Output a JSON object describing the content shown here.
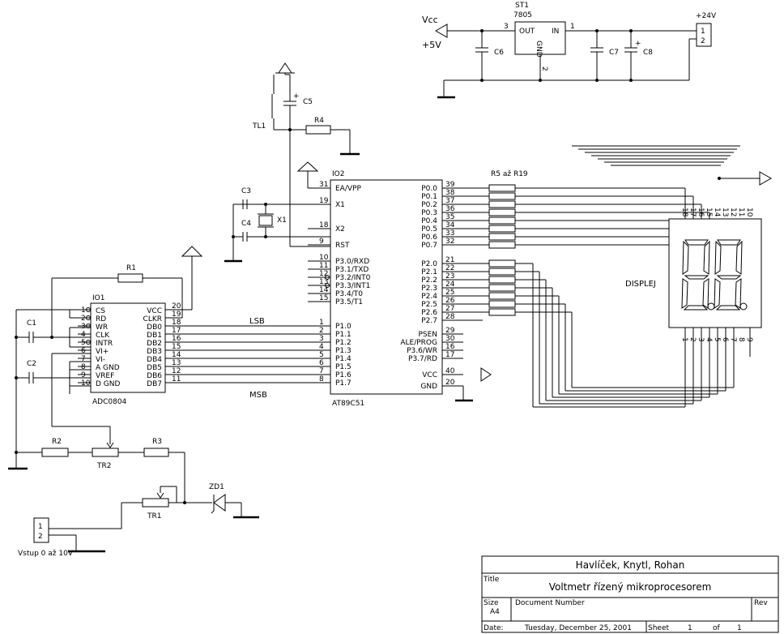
{
  "ic2": {
    "ref": "IO2",
    "name": "AT89C51",
    "left_pins": [
      {
        "num": "31",
        "name": "EA/VPP"
      },
      {
        "num": "19",
        "name": "X1"
      },
      {
        "num": "18",
        "name": "X2"
      },
      {
        "num": "9",
        "name": "RST"
      },
      {
        "num": "10",
        "name": "P3.0/RXD"
      },
      {
        "num": "11",
        "name": "P3.1/TXD"
      },
      {
        "num": "12",
        "name": "P3.2/INT0"
      },
      {
        "num": "13",
        "name": "P3.3/INT1"
      },
      {
        "num": "14",
        "name": "P3.4/T0"
      },
      {
        "num": "15",
        "name": "P3.5/T1"
      },
      {
        "num": "1",
        "name": "P1.0"
      },
      {
        "num": "2",
        "name": "P1.1"
      },
      {
        "num": "3",
        "name": "P1.2"
      },
      {
        "num": "4",
        "name": "P1.3"
      },
      {
        "num": "5",
        "name": "P1.4"
      },
      {
        "num": "6",
        "name": "P1.5"
      },
      {
        "num": "7",
        "name": "P1.6"
      },
      {
        "num": "8",
        "name": "P1.7"
      }
    ],
    "right_pins": [
      {
        "num": "39",
        "name": "P0.0"
      },
      {
        "num": "38",
        "name": "P0.1"
      },
      {
        "num": "37",
        "name": "P0.2"
      },
      {
        "num": "36",
        "name": "P0.3"
      },
      {
        "num": "35",
        "name": "P0.4"
      },
      {
        "num": "34",
        "name": "P0.5"
      },
      {
        "num": "33",
        "name": "P0.6"
      },
      {
        "num": "32",
        "name": "P0.7"
      },
      {
        "num": "21",
        "name": "P2.0"
      },
      {
        "num": "22",
        "name": "P2.1"
      },
      {
        "num": "23",
        "name": "P2.2"
      },
      {
        "num": "24",
        "name": "P2.3"
      },
      {
        "num": "25",
        "name": "P2.4"
      },
      {
        "num": "26",
        "name": "P2.5"
      },
      {
        "num": "27",
        "name": "P2.6"
      },
      {
        "num": "28",
        "name": "P2.7"
      },
      {
        "num": "29",
        "name": "PSEN"
      },
      {
        "num": "30",
        "name": "ALE/PROG"
      },
      {
        "num": "16",
        "name": "P3.6/WR"
      },
      {
        "num": "17",
        "name": "P3.7/RD"
      },
      {
        "num": "40",
        "name": "VCC"
      },
      {
        "num": "20",
        "name": "GND"
      }
    ]
  },
  "ic1": {
    "ref": "IO1",
    "name": "ADC0804",
    "left_pins": [
      {
        "num": "1",
        "name": "CS"
      },
      {
        "num": "2",
        "name": "RD"
      },
      {
        "num": "3",
        "name": "WR"
      },
      {
        "num": "4",
        "name": "CLK"
      },
      {
        "num": "5",
        "name": "INTR"
      },
      {
        "num": "6",
        "name": "VI+"
      },
      {
        "num": "7",
        "name": "VI-"
      },
      {
        "num": "8",
        "name": "A GND"
      },
      {
        "num": "9",
        "name": "VREF"
      },
      {
        "num": "10",
        "name": "D GND"
      }
    ],
    "right_pins": [
      {
        "num": "20",
        "name": "VCC"
      },
      {
        "num": "19",
        "name": "CLKR"
      },
      {
        "num": "18",
        "name": "DB0"
      },
      {
        "num": "17",
        "name": "DB1"
      },
      {
        "num": "16",
        "name": "DB2"
      },
      {
        "num": "15",
        "name": "DB3"
      },
      {
        "num": "14",
        "name": "DB4"
      },
      {
        "num": "13",
        "name": "DB5"
      },
      {
        "num": "12",
        "name": "DB6"
      },
      {
        "num": "11",
        "name": "DB7"
      }
    ]
  },
  "bus_labels": {
    "lsb": "LSB",
    "msb": "MSB"
  },
  "regulator": {
    "ref": "ST1",
    "type": "7805",
    "out": "OUT",
    "in": "IN",
    "gnd": "GND",
    "pin_out": "3",
    "pin_in": "1",
    "pin_gnd": "2"
  },
  "power": {
    "vcc": "Vcc",
    "plus5": "+5V",
    "plus24": "+24V"
  },
  "parts": {
    "c6": "C6",
    "c7": "C7",
    "c8": "C8",
    "c5": "C5",
    "tl1": "TL1",
    "r4": "R4",
    "c3": "C3",
    "c4": "C4",
    "x1": "X1",
    "r1": "R1",
    "c1": "C1",
    "c2": "C2",
    "r2": "R2",
    "r3": "R3",
    "tr2": "TR2",
    "tr1": "TR1",
    "zd1": "ZD1",
    "rnet": "R5 až R19",
    "plus": "+"
  },
  "connectors": {
    "power_pins": [
      "1",
      "2"
    ],
    "input_pins": [
      "1",
      "2"
    ],
    "input_label": "Vstup 0 až 10V"
  },
  "display": {
    "label": "DISPLEJ",
    "top_pins": [
      "18",
      "17",
      "16",
      "15",
      "14",
      "13",
      "12",
      "11",
      "10"
    ],
    "bottom_pins": [
      "1",
      "2",
      "3",
      "4",
      "5",
      "6",
      "7",
      "8",
      "9"
    ]
  },
  "title_block": {
    "authors": "Havlíček, Knytl, Rohan",
    "title_label": "Title",
    "title": "Voltmetr řízený mikroprocesorem",
    "size_label": "Size",
    "size": "A4",
    "docnum_label": "Document Number",
    "rev_label": "Rev",
    "date_label": "Date:",
    "date": "Tuesday, December 25, 2001",
    "sheet_label": "Sheet",
    "sheet_num": "1",
    "of_label": "of",
    "sheet_total": "1"
  }
}
